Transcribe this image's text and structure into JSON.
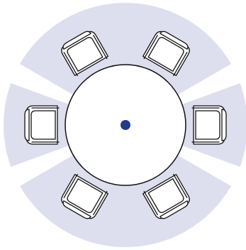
{
  "diagram": {
    "colors": {
      "background": "#ffffff",
      "zone_fill": "#dddfee",
      "line": "#111111",
      "table_fill": "#ffffff",
      "center_dot": "#1f3d8c"
    },
    "table": {
      "shape": "round",
      "seat_count": 6
    },
    "seats": [
      {
        "name": "chair-top-left",
        "angle_deg": -120
      },
      {
        "name": "chair-top-right",
        "angle_deg": -60
      },
      {
        "name": "chair-right",
        "angle_deg": 0
      },
      {
        "name": "chair-bottom-right",
        "angle_deg": 60
      },
      {
        "name": "chair-bottom-left",
        "angle_deg": 120
      },
      {
        "name": "chair-left",
        "angle_deg": 180
      }
    ],
    "zones": [
      {
        "name": "zone-top",
        "from_deg": -150,
        "to_deg": -30
      },
      {
        "name": "zone-right",
        "from_deg": -20,
        "to_deg": 20
      },
      {
        "name": "zone-bottom",
        "from_deg": 30,
        "to_deg": 150
      },
      {
        "name": "zone-left",
        "from_deg": 160,
        "to_deg": 200
      }
    ]
  }
}
